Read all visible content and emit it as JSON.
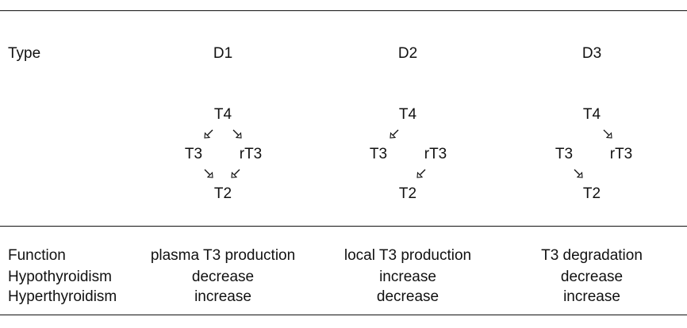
{
  "table": {
    "header": {
      "type_label": "Type",
      "columns": [
        "D1",
        "D2",
        "D3"
      ]
    },
    "diagrams": {
      "d1": {
        "top": "T4",
        "left": "T3",
        "right": "rT3",
        "bottom": "T2"
      },
      "d2": {
        "top": "T4",
        "left": "T3",
        "right": "rT3",
        "bottom": "T2"
      },
      "d3": {
        "top": "T4",
        "left": "T3",
        "right": "rT3",
        "bottom": "T2"
      }
    },
    "rows": [
      {
        "label": "Function",
        "values": [
          "plasma T3 production",
          "local T3 production",
          "T3 degradation"
        ]
      },
      {
        "label": "Hypothyroidism",
        "values": [
          "decrease",
          "increase",
          "decrease"
        ]
      },
      {
        "label": "Hyperthyroidism",
        "values": [
          "increase",
          "decrease",
          "increase"
        ]
      }
    ]
  },
  "icons": {
    "arrow_down_left": "arrow-down-left-icon",
    "arrow_down_right": "arrow-down-right-icon"
  }
}
